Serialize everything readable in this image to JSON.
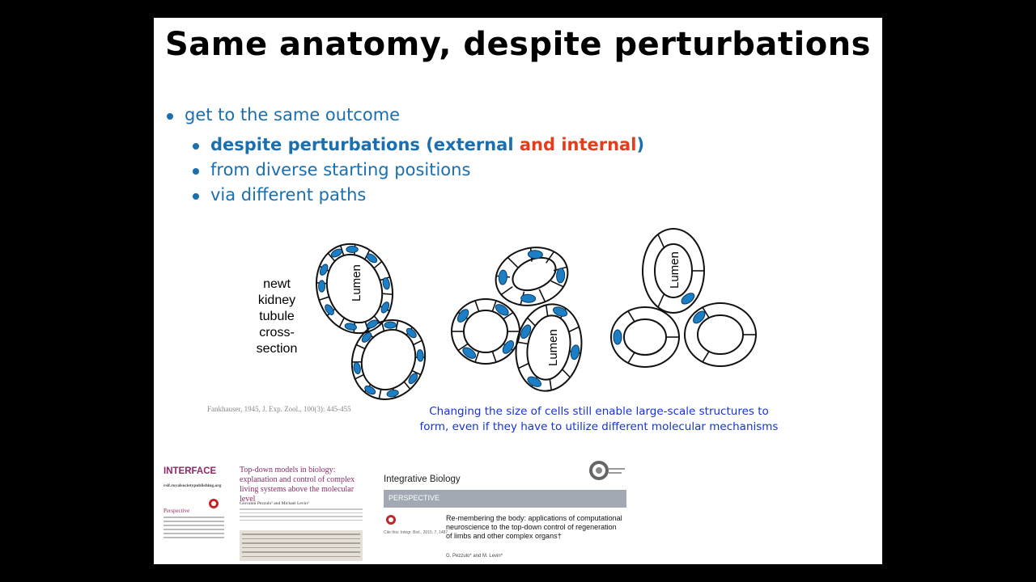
{
  "slide": {
    "title": "Same anatomy, despite perturbations",
    "bullets": {
      "b1": "get to the same outcome",
      "b2_main": "despite perturbations (external ",
      "b2_red": "and internal",
      "b2_close": ")",
      "b3": "from diverse starting positions",
      "b4": "via different paths"
    },
    "newt_label": [
      "newt",
      "kidney",
      "tubule",
      "cross-",
      "section"
    ],
    "lumen_label": "Lumen",
    "citation": "Fankhauser, 1945, J. Exp. Zool., 100(3): 445-455",
    "caption": [
      "Changing the size of cells still enable large-scale structures to",
      "form, even if they have to utilize different molecular mechanisms"
    ],
    "colors": {
      "bullet_blue": "#1a6fb0",
      "accent_red": "#e53d1c",
      "caption_blue": "#1533d4",
      "nucleus_blue": "#1c7fc6"
    }
  },
  "paper1": {
    "journal": "INTERFACE",
    "site": "rsif.royalsocietypublishing.org",
    "title": "Top-down models in biology: explanation and control of complex living systems above the molecular level",
    "authors": "Giovanni Pezzulo¹ and Michael Levin²",
    "section": "Perspective"
  },
  "paper2": {
    "journal": "Integrative Biology",
    "bar_label": "PERSPECTIVE",
    "meta": "Cite this: Integr. Biol., 2015, 7, 1487",
    "title": "Re-membering the body: applications of computational neuroscience to the top-down control of regeneration of limbs and other complex organs†",
    "authors": "G. Pezzulo* and M. Levin*"
  }
}
